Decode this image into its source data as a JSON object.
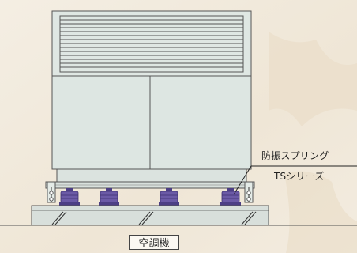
{
  "labels": {
    "spring_label": "防振スプリング",
    "series_label": "TSシリーズ",
    "unit_caption": "空調機"
  },
  "colors": {
    "background": "#f1e9db",
    "unit_fill": "#dde6e2",
    "unit_stroke": "#555555",
    "spring_fill": "#6b5aa6",
    "concrete_fill": "#d8dfdb"
  },
  "icons": {
    "spring": "vibration-isolation-spring",
    "unit": "air-conditioner-unit"
  }
}
